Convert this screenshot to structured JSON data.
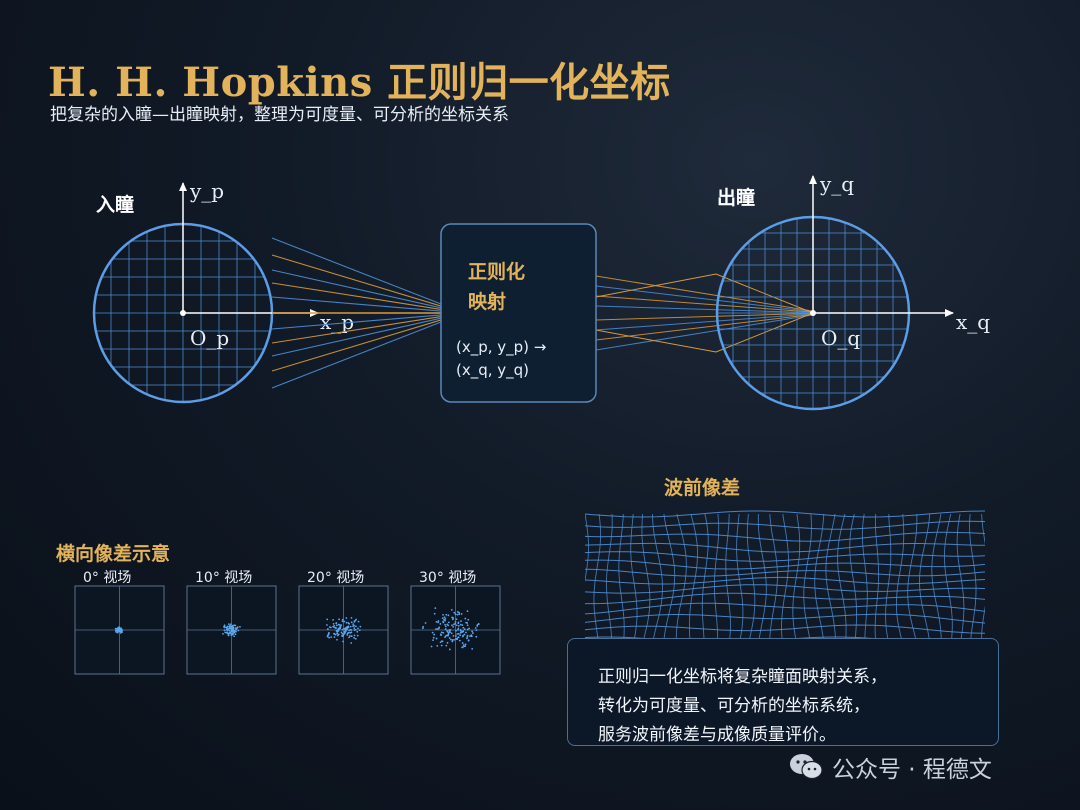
{
  "title": "H. H. Hopkins 正则归一化坐标",
  "subtitle": "把复杂的入瞳—出瞳映射，整理为可度量、可分析的坐标关系",
  "entrance_pupil": {
    "label": "入瞳",
    "y_axis": "y_p",
    "x_axis": "x_p",
    "origin": "O_p"
  },
  "exit_pupil": {
    "label": "出瞳",
    "y_axis": "y_q",
    "x_axis": "x_q",
    "origin": "O_q"
  },
  "mapping_box": {
    "title_line1": "正则化",
    "title_line2": "映射",
    "formula_line1": "(x_p, y_p) →",
    "formula_line2": "(x_q, y_q)"
  },
  "transverse": {
    "title": "横向像差示意",
    "fields": [
      {
        "label": "0° 视场",
        "spread": 0.05
      },
      {
        "label": "10° 视场",
        "spread": 0.2
      },
      {
        "label": "20° 视场",
        "spread": 0.5
      },
      {
        "label": "30° 视场",
        "spread": 0.9
      }
    ]
  },
  "wavefront": {
    "title": "波前像差"
  },
  "note": {
    "line1": "正则归一化坐标将复杂瞳面映射关系，",
    "line2": "转化为可度量、可分析的坐标系统，",
    "line3": "服务波前像差与成像质量评价。"
  },
  "watermark": {
    "text": "公众号 · 程德文",
    "icon": "wechat-icon"
  },
  "colors": {
    "accent_gold": "#e2b35a",
    "grid_blue": "#4e8fd6",
    "ray_orange": "#d99a3a",
    "panel_border": "#4a6f96"
  }
}
